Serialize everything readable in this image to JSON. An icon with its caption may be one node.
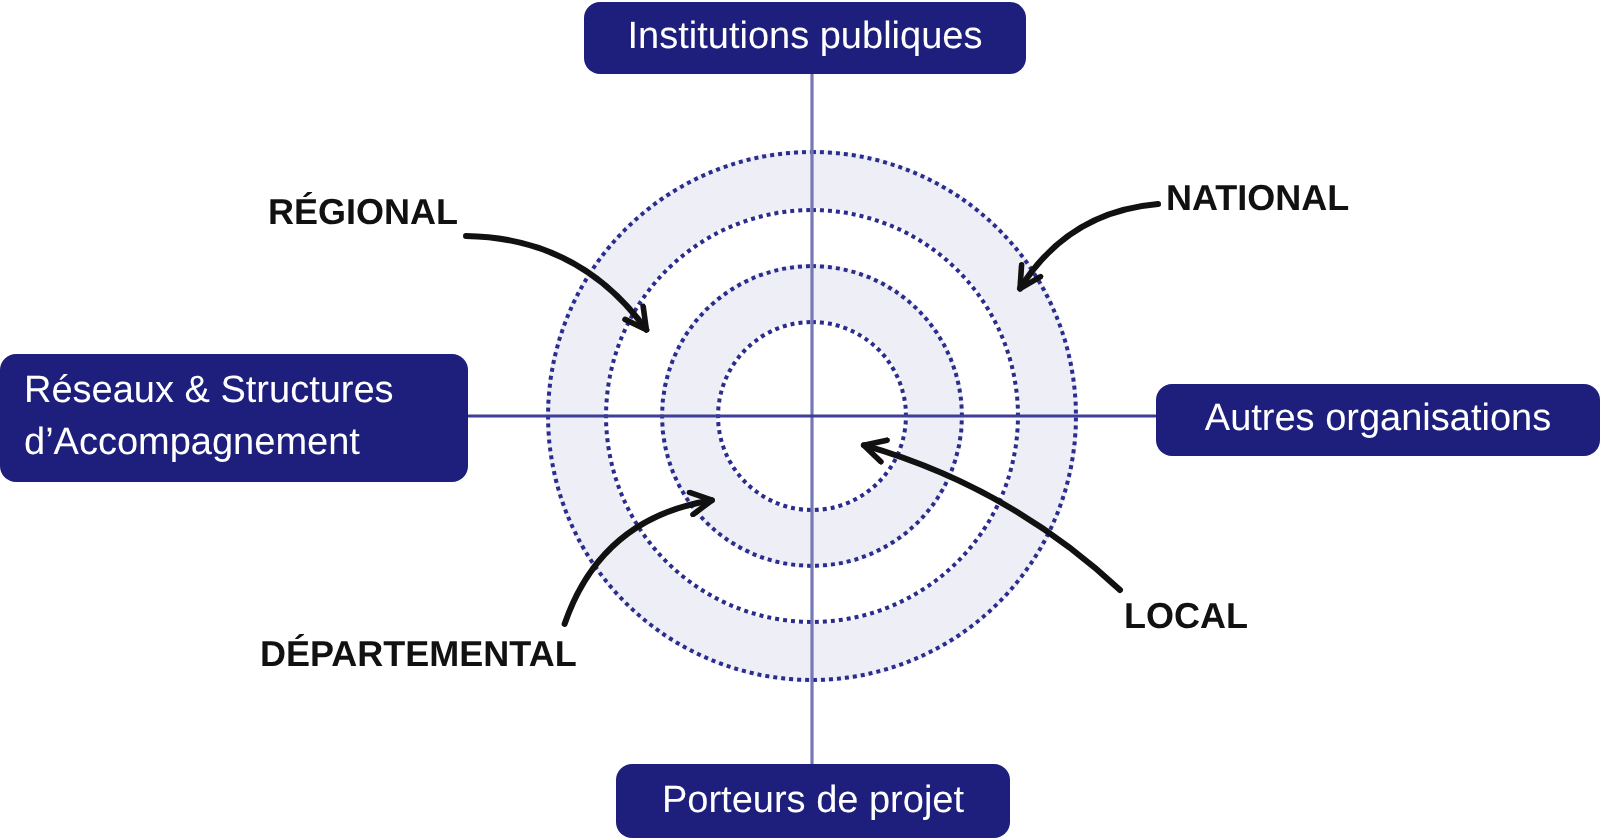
{
  "diagram": {
    "nodes": [
      {
        "text": [
          "Institutions publiques"
        ]
      },
      {
        "text": [
          "RÉGIONAL"
        ]
      },
      {
        "text": [
          "NATIONAL"
        ]
      },
      {
        "text": [
          "Réseaux & Structures d’Accompagnement"
        ]
      },
      {
        "text": [
          "Autres organisations"
        ]
      },
      {
        "text": [],
        "shape": "circle"
      },
      {
        "text": [],
        "shape": "circle",
        "in": 5
      },
      {
        "text": [],
        "shape": "circle",
        "in": 6
      },
      {
        "text": [],
        "shape": "circle",
        "in": 7
      },
      {
        "text": [
          "LOCAL"
        ]
      },
      {
        "text": [
          "DÉPARTEMENTAL"
        ]
      },
      {
        "text": [
          "Porteurs de projet"
        ]
      }
    ],
    "edges": [
      {
        "from": 1,
        "to": 6,
        "arrow": "to"
      },
      {
        "from": 2,
        "to": 5,
        "arrow": "to"
      },
      {
        "from": 9,
        "to": 8,
        "arrow": "to"
      },
      {
        "from": 10,
        "to": 7,
        "arrow": "to"
      }
    ]
  }
}
